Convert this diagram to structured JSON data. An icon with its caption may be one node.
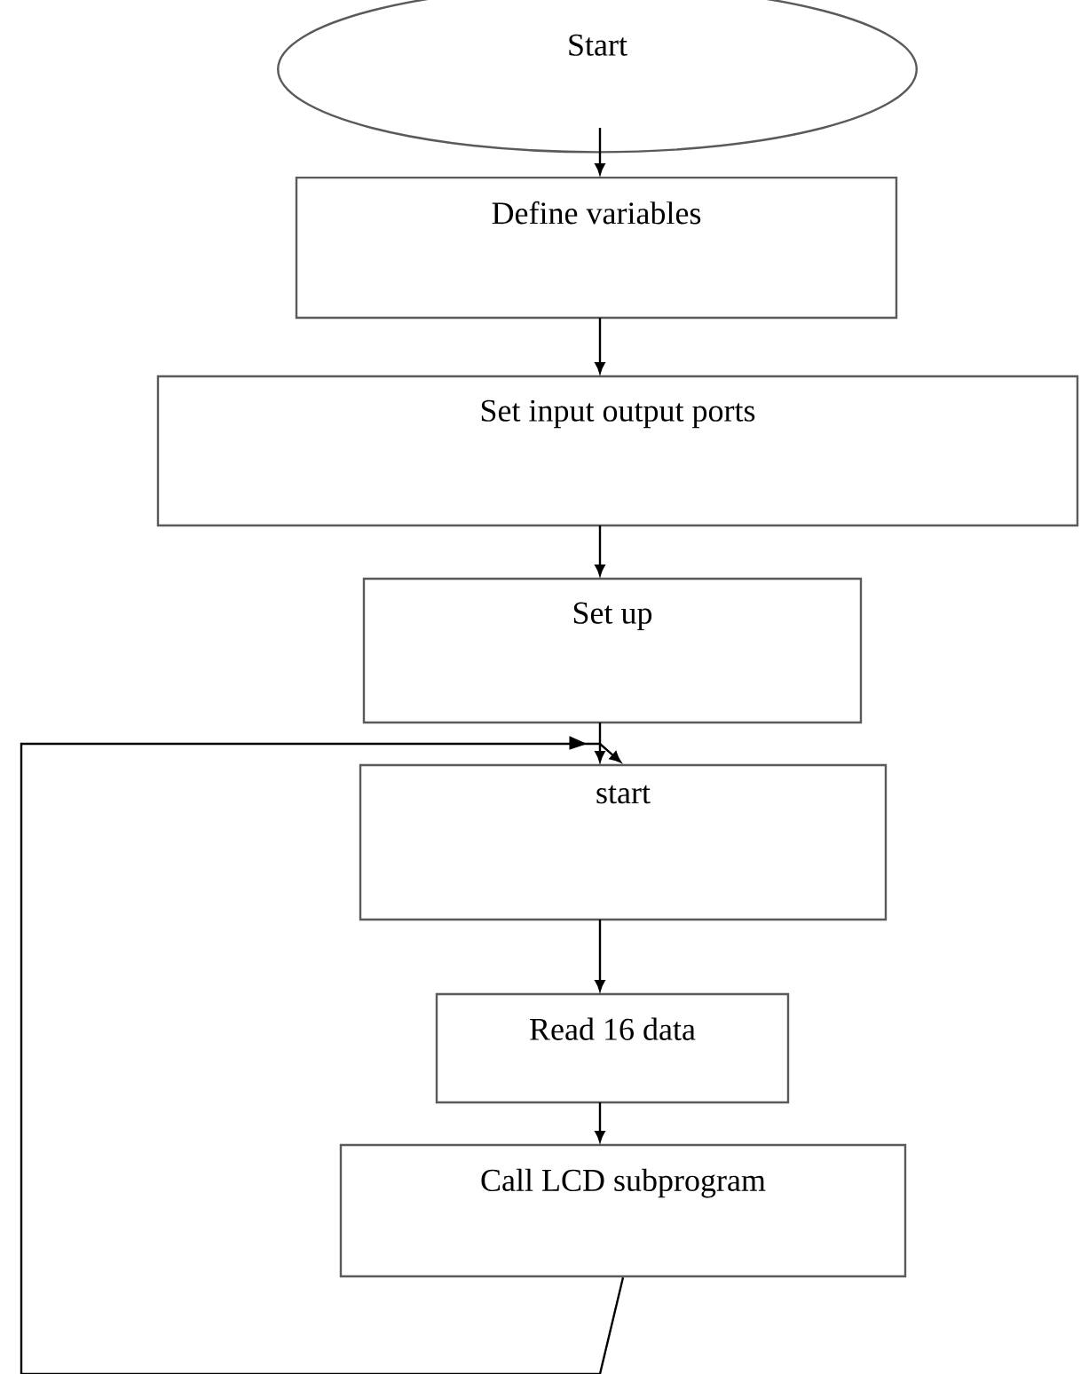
{
  "diagram": {
    "nodes": [
      {
        "text": [
          "Start"
        ]
      },
      {
        "text": [
          "Define variables"
        ]
      },
      {
        "text": [
          "Set input output ports"
        ]
      },
      {
        "text": [
          "Set up"
        ]
      },
      {
        "text": [
          "start"
        ]
      },
      {
        "text": [
          "Read 16 data"
        ]
      },
      {
        "text": [
          "Call LCD subprogram"
        ]
      }
    ],
    "edges": [
      {
        "from": 0,
        "to": 1,
        "arrow": "to"
      },
      {
        "from": 1,
        "to": 2,
        "arrow": "to"
      },
      {
        "from": 2,
        "to": 3,
        "arrow": "to"
      },
      {
        "from": 3,
        "to": 4,
        "arrow": "to"
      },
      {
        "from": 4,
        "to": 5,
        "arrow": "to"
      },
      {
        "from": 5,
        "to": 6,
        "arrow": "to"
      },
      {
        "from": 6,
        "to": 4,
        "arrow": "to"
      }
    ]
  }
}
